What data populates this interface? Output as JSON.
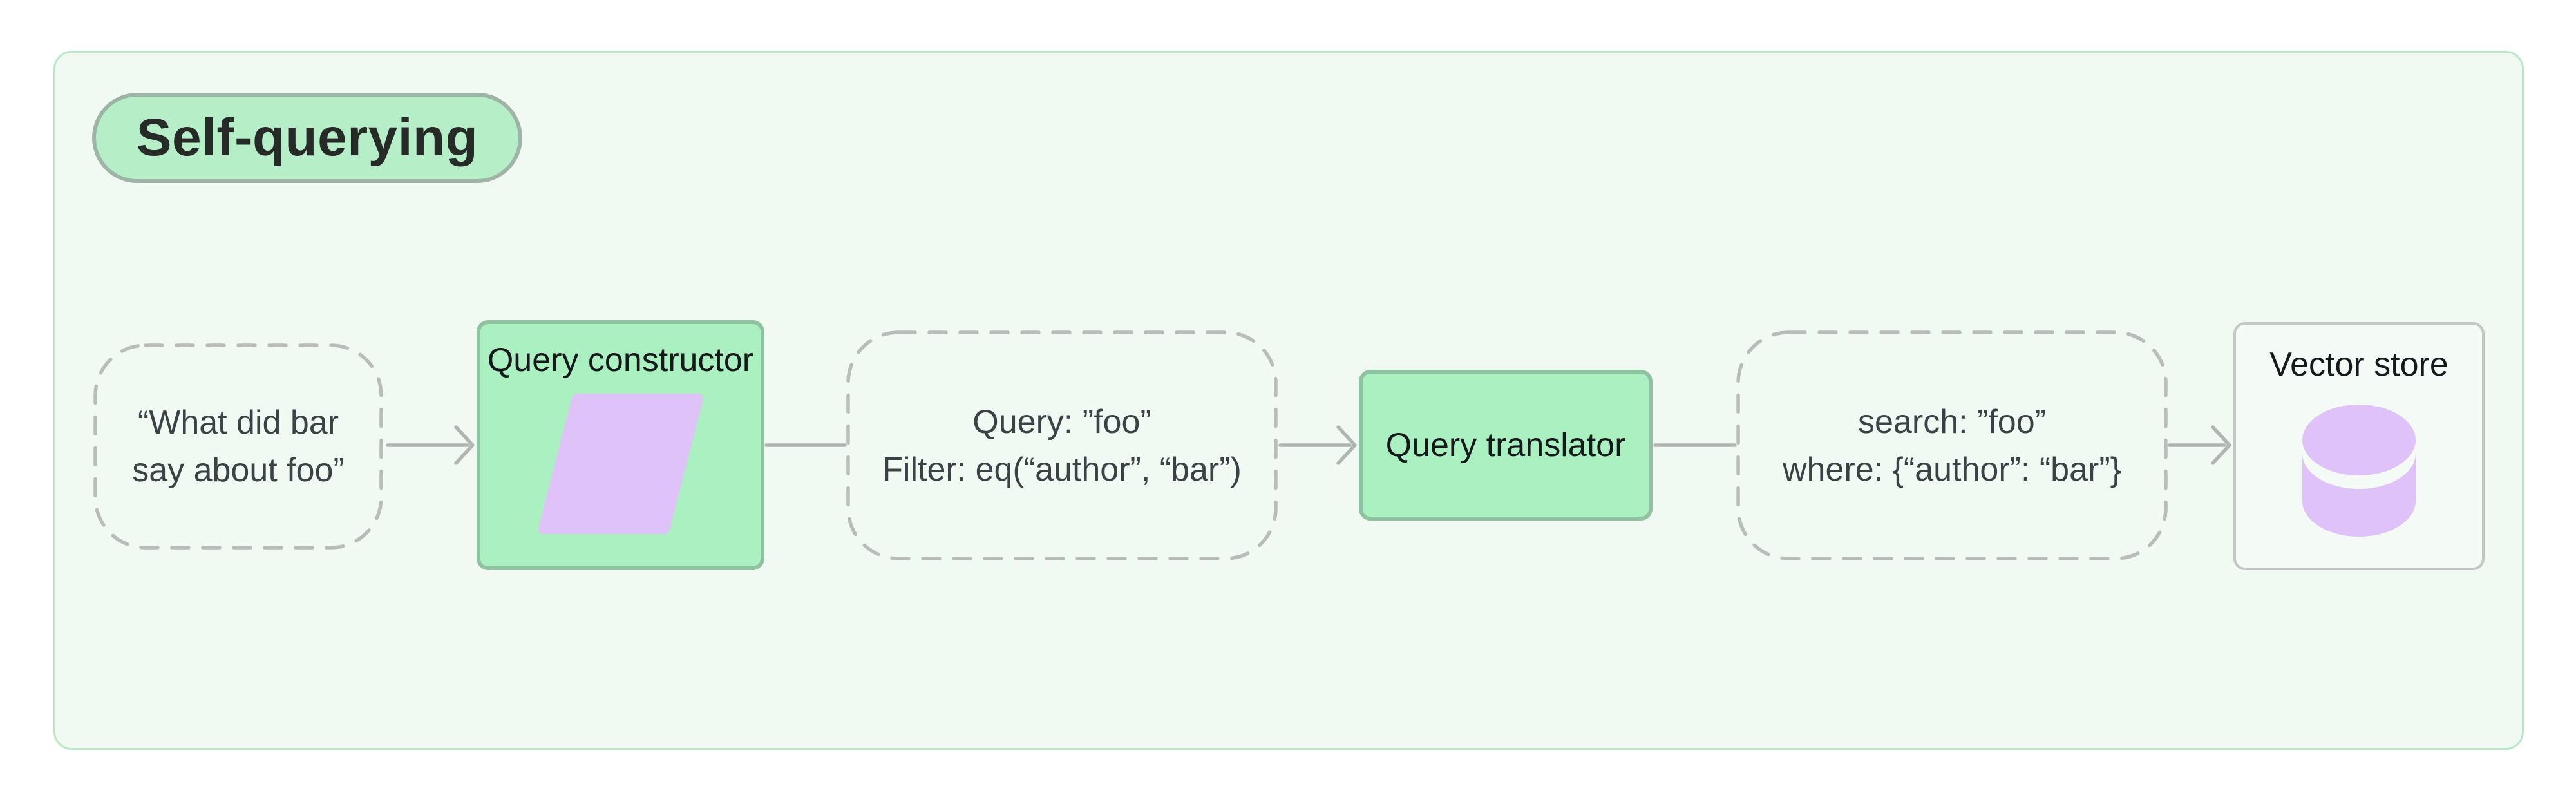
{
  "diagram": {
    "badge": "Self-querying",
    "nodes": {
      "input": {
        "line1": "“What did bar",
        "line2": "say about foo”"
      },
      "query_constructor": {
        "title": "Query constructor",
        "icon": "parallelogram-icon"
      },
      "constructed_query": {
        "line1": "Query: ”foo”",
        "line2": "Filter: eq(“author”, “bar”)"
      },
      "query_translator": {
        "title": "Query translator"
      },
      "translated_query": {
        "line1": "search: ”foo”",
        "line2": "where: {“author”: “bar”}"
      },
      "vector_store": {
        "title": "Vector store",
        "icon": "database-cylinder-icon"
      }
    },
    "colors": {
      "page_background": "#ffffff",
      "panel_background": "#f0faf3",
      "panel_border": "#b8e8c7",
      "badge_background": "#b5eec7",
      "badge_border": "#9db4a6",
      "badge_text": "#262b28",
      "process_box_fill": "#abf0c0",
      "process_box_border": "#8fc2a0",
      "store_box_fill": "#f4faf6",
      "store_box_border": "#c3c7c5",
      "dashed_border": "#b9bdba",
      "connector": "#b1b5b2",
      "accent_purple": "#dfc2f7",
      "title_text": "#15191c",
      "node_text": "#3b4144"
    }
  }
}
